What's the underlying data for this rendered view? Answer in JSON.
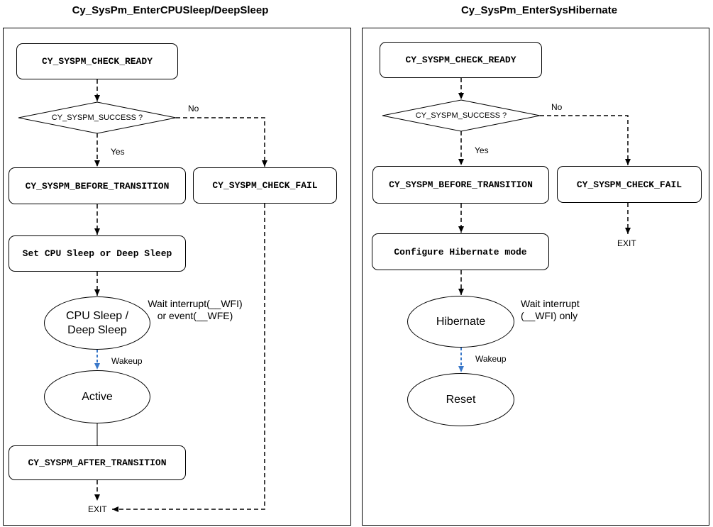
{
  "left": {
    "title": "Cy_SysPm_EnterCPUSleep/DeepSleep",
    "check_ready": "CY_SYSPM_CHECK_READY",
    "decision": "CY_SYSPM_SUCCESS ?",
    "no_label": "No",
    "yes_label": "Yes",
    "before_transition": "CY_SYSPM_BEFORE_TRANSITION",
    "check_fail": "CY_SYSPM_CHECK_FAIL",
    "set_sleep": "Set CPU Sleep or Deep Sleep",
    "sleep_state_line1": "CPU Sleep /",
    "sleep_state_line2": "Deep Sleep",
    "wait_note_line1": "Wait interrupt(__WFI)",
    "wait_note_line2": "or event(__WFE)",
    "wakeup_label": "Wakeup",
    "active_state": "Active",
    "after_transition": "CY_SYSPM_AFTER_TRANSITION",
    "exit_label": "EXIT"
  },
  "right": {
    "title": "Cy_SysPm_EnterSysHibernate",
    "check_ready": "CY_SYSPM_CHECK_READY",
    "decision": "CY_SYSPM_SUCCESS ?",
    "no_label": "No",
    "yes_label": "Yes",
    "before_transition": "CY_SYSPM_BEFORE_TRANSITION",
    "check_fail": "CY_SYSPM_CHECK_FAIL",
    "exit_label": "EXIT",
    "configure_hibernate": "Configure Hibernate mode",
    "hibernate_state": "Hibernate",
    "wait_note_line1": "Wait interrupt",
    "wait_note_line2": "(__WFI) only",
    "wakeup_label": "Wakeup",
    "reset_state": "Reset"
  },
  "colors": {
    "wakeup_arrow": "#3a78c9",
    "line": "#000000"
  }
}
